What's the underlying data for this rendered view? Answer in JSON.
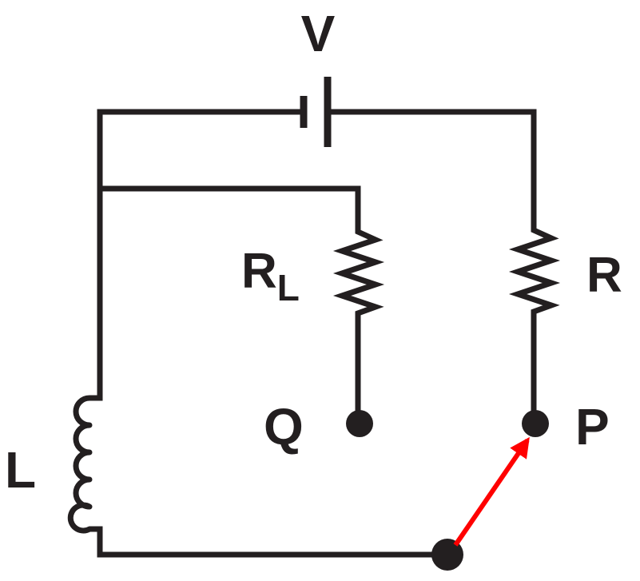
{
  "labels": {
    "battery": "V",
    "load_resistor_main": "R",
    "load_resistor_sub": "L",
    "resistor": "R",
    "inductor": "L",
    "terminal_q": "Q",
    "terminal_p": "P"
  },
  "colors": {
    "wire": "#231f20",
    "switch_arm": "#ff0000"
  },
  "switch": {
    "connected_to": "P"
  }
}
